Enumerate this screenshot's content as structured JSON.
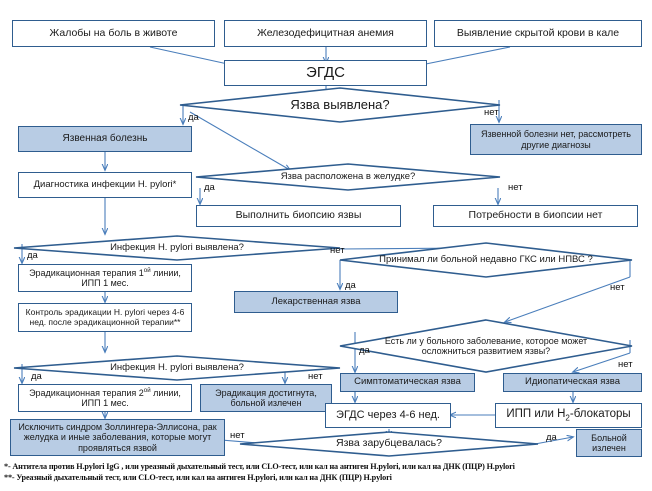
{
  "meta": {
    "title": "Алгоритм диагностики и лечения язвенной болезни",
    "colors": {
      "box_border": "#2f5d8f",
      "box_fill_plain": "#ffffff",
      "box_fill_accent": "#b8cce4",
      "arrow": "#4a7ebb",
      "diamond_border": "#2f5d8f",
      "text": "#1a1a1a"
    }
  },
  "nodes": {
    "n_complaints": {
      "label": "Жалобы на боль в животе",
      "shape": "rect",
      "fill": "plain"
    },
    "n_anemia": {
      "label": "Железодефицитная анемия",
      "shape": "rect",
      "fill": "plain"
    },
    "n_occult_blood": {
      "label": "Выявление скрытой крови в кале",
      "shape": "rect",
      "fill": "plain"
    },
    "n_egds": {
      "label": "ЭГДС",
      "shape": "rect",
      "fill": "plain"
    },
    "d_ulcer_found": {
      "label": "Язва выявлена?",
      "shape": "diamond"
    },
    "n_ulcer_disease": {
      "label": "Язвенная болезнь",
      "shape": "rect",
      "fill": "accent"
    },
    "n_no_ulcer_disease": {
      "label": "Язвенной болезни нет, рассмотреть другие диагнозы",
      "shape": "rect",
      "fill": "accent"
    },
    "n_hp_diagnostics": {
      "label": "Диагностика инфекции H. pylori*",
      "shape": "rect",
      "fill": "plain"
    },
    "d_ulcer_in_stomach": {
      "label": "Язва расположена в желудке?",
      "shape": "diamond"
    },
    "n_do_biopsy": {
      "label": "Выполнить биопсию язвы",
      "shape": "rect",
      "fill": "plain"
    },
    "n_no_biopsy_needed": {
      "label": "Потребности в биопсии нет",
      "shape": "rect",
      "fill": "plain"
    },
    "d_hp_found_1": {
      "label": "Инфекция H. pylori выявлена?",
      "shape": "diamond"
    },
    "n_erad_line1": {
      "label": "Эрадикационная терапия 1ой линии, ИПП 1 мес.",
      "label_html": "Эрадикационная терапия 1<sup>ой</sup> линии, ИПП 1 мес.",
      "shape": "rect",
      "fill": "plain"
    },
    "n_erad_control": {
      "label": "Контроль эрадикации H. pylori через 4-6 нед. после эрадикационной терапии**",
      "shape": "rect",
      "fill": "plain"
    },
    "d_nsaid": {
      "label": "Принимал ли больной недавно ГКС или НПВС ?",
      "shape": "diamond"
    },
    "n_drug_ulcer": {
      "label": "Лекарственная язва",
      "shape": "rect",
      "fill": "accent"
    },
    "d_comorbid": {
      "label": "Есть ли у больного заболевание, которое может осложниться развитием язвы?",
      "shape": "diamond"
    },
    "n_symptomatic_ulcer": {
      "label": "Симптоматическая язва",
      "shape": "rect",
      "fill": "accent"
    },
    "n_idiopathic_ulcer": {
      "label": "Идиопатическая язва",
      "shape": "rect",
      "fill": "accent"
    },
    "d_hp_found_2": {
      "label": "Инфекция H. pylori выявлена?",
      "shape": "diamond"
    },
    "n_erad_line2": {
      "label": "Эрадикационная терапия 2ой линии, ИПП 1 мес.",
      "label_html": "Эрадикационная терапия 2<sup>ой</sup> линии, ИПП 1 мес.",
      "shape": "rect",
      "fill": "plain"
    },
    "n_erad_achieved": {
      "label": "Эрадикация достигнута, больной излечен",
      "shape": "rect",
      "fill": "accent"
    },
    "n_exclude": {
      "label": "Исключить синдром Золлингера-Эллисона, рак желудка и иные заболевания, которые могут проявляться язвой",
      "shape": "rect",
      "fill": "accent"
    },
    "n_egds_46": {
      "label": "ЭГДС через 4-6 нед.",
      "shape": "rect",
      "fill": "plain"
    },
    "n_ppi_h2": {
      "label": "ИПП или H2-блокаторы",
      "label_html": "ИПП или H<sub>2</sub>-блокаторы",
      "shape": "rect",
      "fill": "plain"
    },
    "d_scarred": {
      "label": "Язва зарубцевалась?",
      "shape": "diamond"
    },
    "n_patient_cured": {
      "label": "Больной излечен",
      "shape": "rect",
      "fill": "accent"
    }
  },
  "edge_labels": {
    "ulcer_found_yes": "да",
    "ulcer_found_no": "нет",
    "stomach_yes": "да",
    "stomach_no": "нет",
    "hp1_yes": "да",
    "hp1_no": "нет",
    "nsaid_yes": "да",
    "nsaid_no": "нет",
    "comorbid_yes": "да",
    "comorbid_no": "нет",
    "hp2_yes": "да",
    "hp2_no": "нет",
    "scarred_yes": "да",
    "scarred_no": "нет"
  },
  "footnotes": [
    "*- Антитела против H.pylori IgG , или уреазный дыхательный тест, или CLO-тест, или кал на антиген H.pylori, или  кал на ДНК (ПЦР) H.pylori",
    "**- Уреазный дыхательный тест, или CLO-тест, или кал на антиген H.pylori, или кал на ДНК (ПЦР) H.pylori"
  ]
}
